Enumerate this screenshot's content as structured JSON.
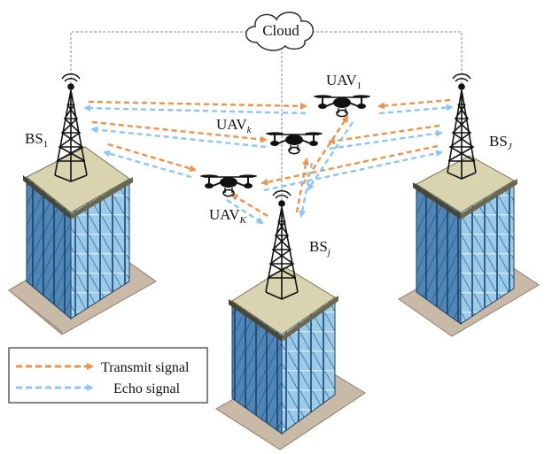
{
  "cloud": {
    "label": "Cloud"
  },
  "base_stations": [
    {
      "id": "bs1",
      "base": "BS",
      "sub": "1"
    },
    {
      "id": "bsj",
      "base": "BS",
      "sub": "j"
    },
    {
      "id": "bsJ",
      "base": "BS",
      "sub": "J"
    }
  ],
  "uavs": [
    {
      "id": "uav1",
      "base": "UAV",
      "sub": "1"
    },
    {
      "id": "uavk",
      "base": "UAV",
      "sub": "k"
    },
    {
      "id": "uavK",
      "base": "UAV",
      "sub": "K"
    }
  ],
  "legend": {
    "transmit": "Transmit signal",
    "echo": "Echo signal"
  },
  "colors": {
    "transmit": "#f0924a",
    "echo": "#8ec5f2",
    "building_face": "#8fc0e2",
    "building_side": "#3f77ab",
    "roof": "#d9d3b0",
    "ground": "#c9b9a7",
    "tower": "#111111",
    "backhaul": "#8a8a8a"
  }
}
